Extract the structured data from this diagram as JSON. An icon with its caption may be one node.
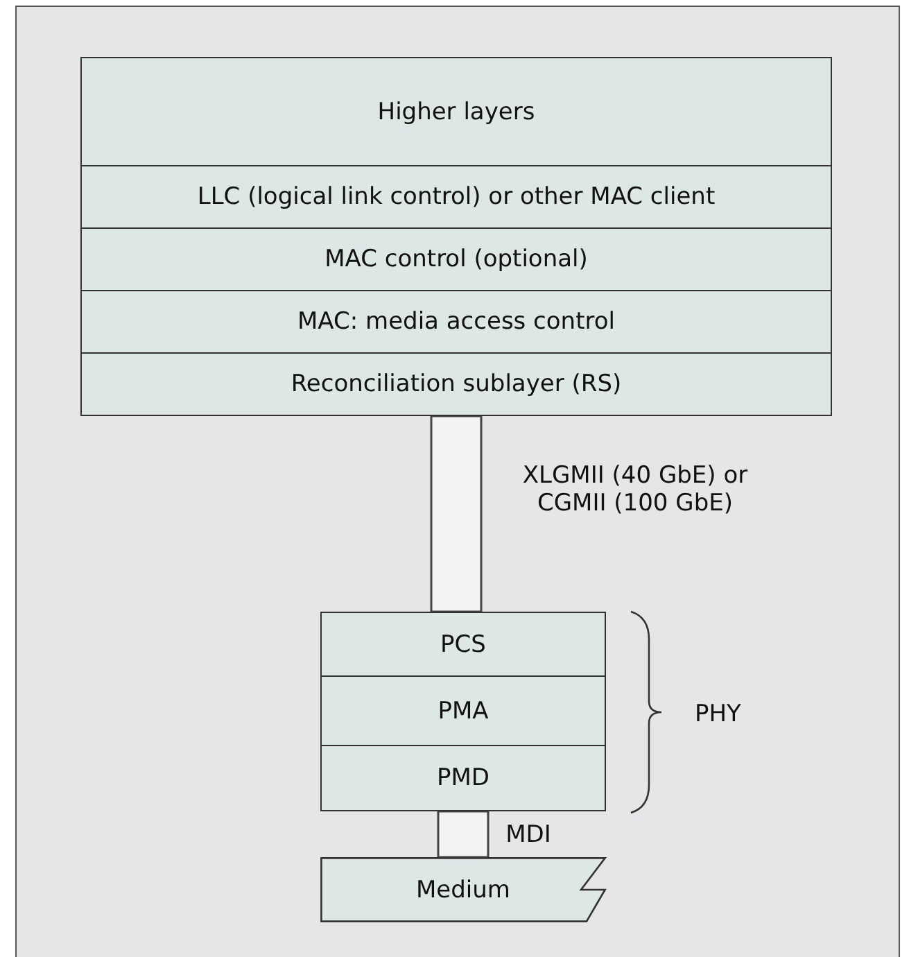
{
  "diagram": {
    "nodes": [
      {
        "text": [
          "Higher layers"
        ]
      },
      {
        "text": [
          "LLC (logical link control) or other MAC client"
        ]
      },
      {
        "text": [
          "MAC control (optional)"
        ]
      },
      {
        "text": [
          "MAC: media access control"
        ]
      },
      {
        "text": [
          "Reconciliation sublayer (RS)"
        ]
      },
      {
        "text": [
          "PCS"
        ]
      },
      {
        "text": [
          "PMA"
        ]
      },
      {
        "text": [
          "PMD"
        ]
      },
      {
        "text": [
          "Medium"
        ]
      }
    ],
    "edges": [
      {
        "from": 4,
        "to": 5,
        "arrow": "none",
        "label": "XLGMII (40 GbE) or CGMII (100 GbE)",
        "style": "thick"
      },
      {
        "from": 7,
        "to": 8,
        "arrow": "none",
        "label": "MDI",
        "style": "thick"
      }
    ],
    "labels": [
      "PHY"
    ]
  }
}
